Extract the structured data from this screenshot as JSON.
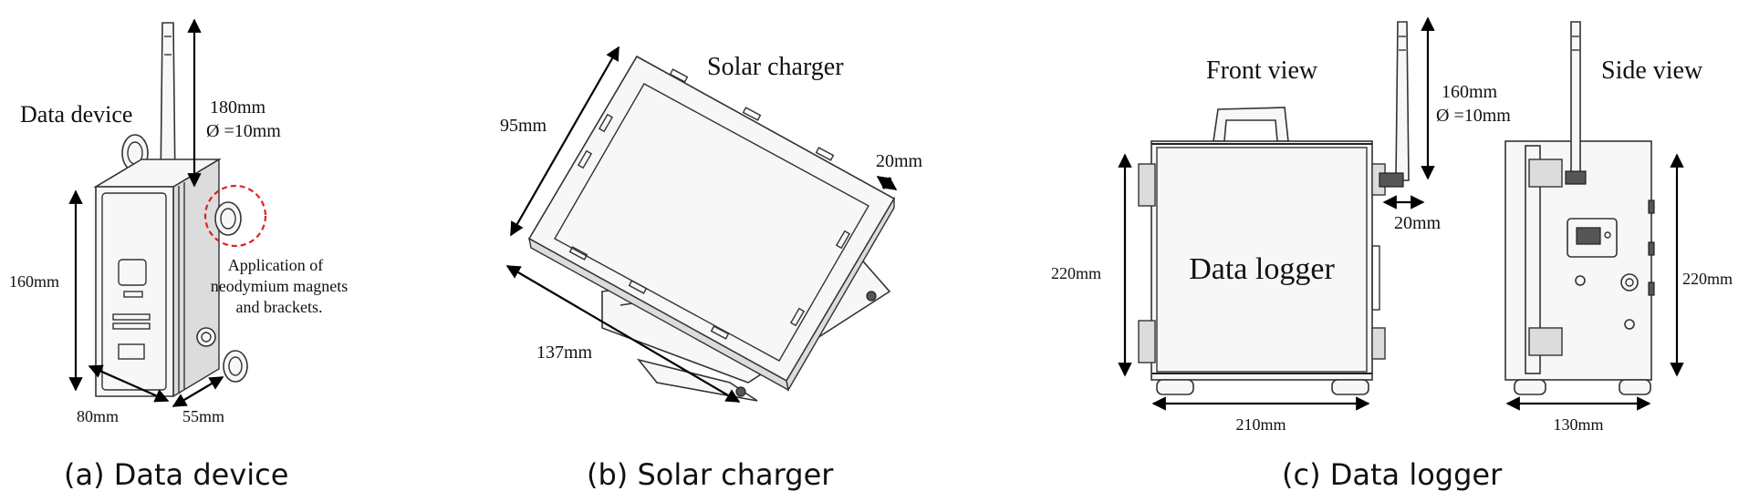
{
  "panel_a": {
    "caption": "(a) Data device",
    "title": "Data device",
    "antenna_length": "180mm",
    "antenna_diameter": "Ø =10mm",
    "height": "160mm",
    "width": "80mm",
    "depth": "55mm",
    "note_line1": "Application of",
    "note_line2": "neodymium magnets",
    "note_line3": "and brackets."
  },
  "panel_b": {
    "caption": "(b) Solar charger",
    "title": "Solar charger",
    "height": "95mm",
    "thickness": "20mm",
    "width": "137mm"
  },
  "panel_c": {
    "caption": "(c) Data logger",
    "front_title": "Front view",
    "side_title": "Side view",
    "center_label": "Data logger",
    "antenna_length": "160mm",
    "antenna_diameter": "Ø =10mm",
    "antenna_offset": "20mm",
    "front_height": "220mm",
    "front_width": "210mm",
    "side_height": "220mm",
    "side_width": "130mm"
  },
  "colors": {
    "magnet_highlight": "#e02020",
    "outline": "#222222"
  }
}
